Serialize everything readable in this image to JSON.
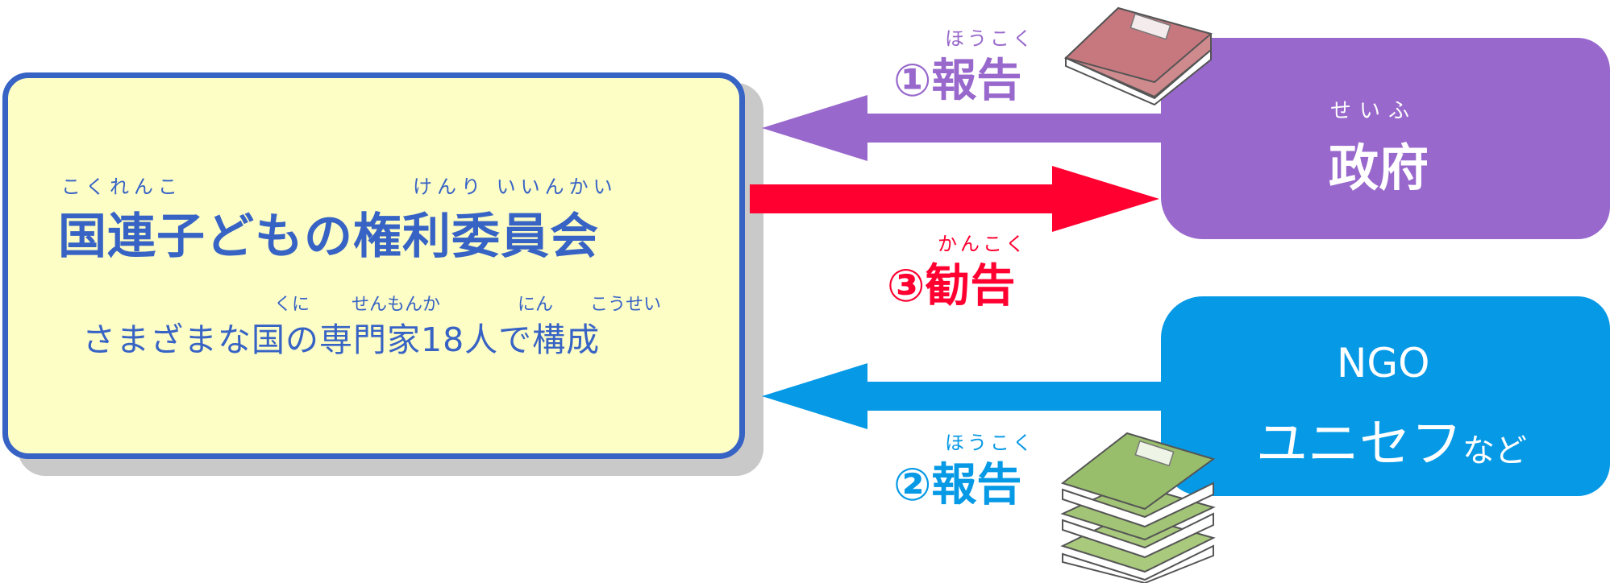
{
  "colors": {
    "committee_fill": "#fdfdc6",
    "committee_border": "#3763c5",
    "government": "#9868cc",
    "ngo": "#0699e5",
    "recommendation": "#ff0030",
    "report_government": "#9868cc",
    "report_ngo": "#0699e5"
  },
  "committee": {
    "title_ruby": [
      "こくれんこ",
      "けんり いいんかい"
    ],
    "title": "国連子どもの権利委員会",
    "desc_ruby": [
      "くに",
      "せんもんか",
      "にん",
      "こうせい"
    ],
    "desc": "さまざまな国の専門家18人で構成"
  },
  "government": {
    "ruby": "せいふ",
    "label": "政府"
  },
  "ngo": {
    "line1": "NGO",
    "line2": "ユニセフ",
    "suffix": "など"
  },
  "steps": {
    "report1": {
      "ruby": "ほうこく",
      "label": "①報告"
    },
    "recommend": {
      "ruby": "かんこく",
      "label": "③勧告"
    },
    "report2": {
      "ruby": "ほうこく",
      "label": "②報告"
    }
  },
  "icons": {
    "report1": "red-book-icon",
    "report2": "green-book-stack-icon"
  }
}
